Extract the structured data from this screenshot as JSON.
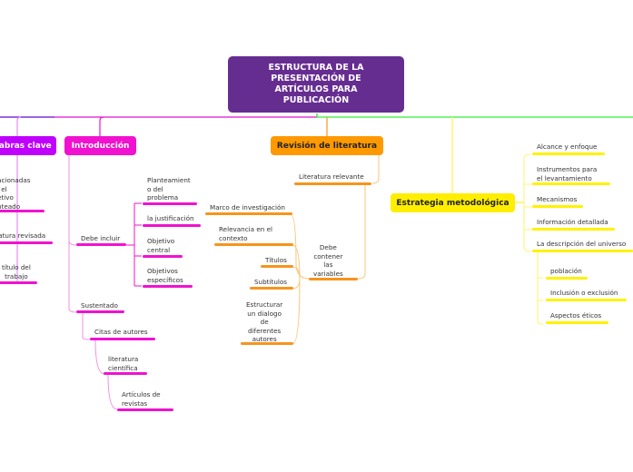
{
  "colors": {
    "root": "#662d91",
    "palabras_clave": "#c000ff",
    "introduccion": "#f012d0",
    "revision": "#ff9900",
    "estrategia": "#ffee00",
    "line_green": "#33ee33",
    "line_magenta": "#e010d0"
  },
  "root": {
    "title": "ESTRUCTURA DE LA\nPRESENTACIÓN DE\nARTÍCULOS PARA\nPUBLICACIÓN"
  },
  "palabras_clave": {
    "label": "Palabras clave",
    "children": [
      "Relacionadas\ncon el\nobjetivo\nplanteado",
      "literatura revisada",
      "título del\ntrabajo"
    ]
  },
  "introduccion": {
    "label": "Introducción",
    "debe_incluir": {
      "label": "Debe incluir",
      "children": [
        "Planteamient\no del\nproblema",
        "la justificación",
        "Objetivo\ncentral",
        "Objetivos\nespecíficos"
      ]
    },
    "sustentado": {
      "label": "Sustentado",
      "citas": "Citas de autores",
      "literatura": "literatura\ncientífica",
      "articulos": "Artículos de\nrevistas"
    }
  },
  "revision": {
    "label": "Revisión de literatura",
    "literatura_relevante": "Literatura relevante",
    "debe_contener": {
      "label": "Debe\ncontener\nlas\nvariables",
      "children": [
        "Marco de investigación",
        "Relevancia en el\ncontexto",
        "Títulos",
        "Subtítulos",
        "Estructurar\nun dialogo\nde\ndiferentes\nautores"
      ]
    }
  },
  "estrategia": {
    "label": "Estrategia metodológica",
    "children": [
      "Alcance y enfoque",
      "Instrumentos para\nel levantamiento",
      "Mecanismos",
      "Información detallada",
      "La descripción del universo"
    ],
    "universo_children": [
      "población",
      "Inclusión o exclusión",
      "Aspectos éticos"
    ]
  }
}
